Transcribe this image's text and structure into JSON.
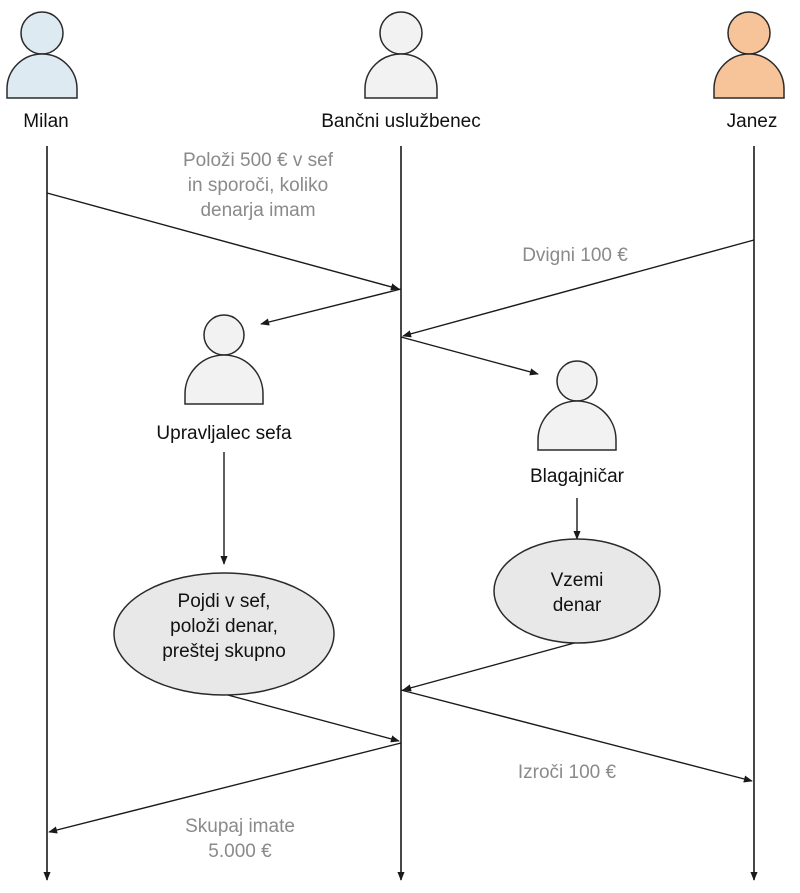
{
  "actors": {
    "milan": {
      "name": "Milan",
      "color": "#deeaf2"
    },
    "clerk": {
      "name": "Bančni uslužbenec",
      "color": "#f1f2f1"
    },
    "janez": {
      "name": "Janez",
      "color": "#f7c49a"
    },
    "vault_keeper": {
      "name": "Upravljalec sefa",
      "color": "#f1f2f1"
    },
    "cashier": {
      "name": "Blagajničar",
      "color": "#f1f2f1"
    }
  },
  "messages": {
    "deposit_request": [
      "Položi 500 € v sef",
      "in sporoči, koliko",
      "denarja imam"
    ],
    "withdraw_request": [
      "Dvigni 100 €"
    ],
    "hand_over": [
      "Izroči 100 €"
    ],
    "total_reply": [
      "Skupaj imate",
      "5.000 €"
    ]
  },
  "actions": {
    "vault_action": [
      "Pojdi v sef,",
      "položi denar,",
      "preštej skupno"
    ],
    "cash_action": [
      "Vzemi",
      "denar"
    ]
  },
  "colors": {
    "line": "#1a1a1a",
    "person_stroke": "#2a2a2a",
    "blob_fill": "#e8e8e8",
    "message_text": "#8a8a8a"
  }
}
